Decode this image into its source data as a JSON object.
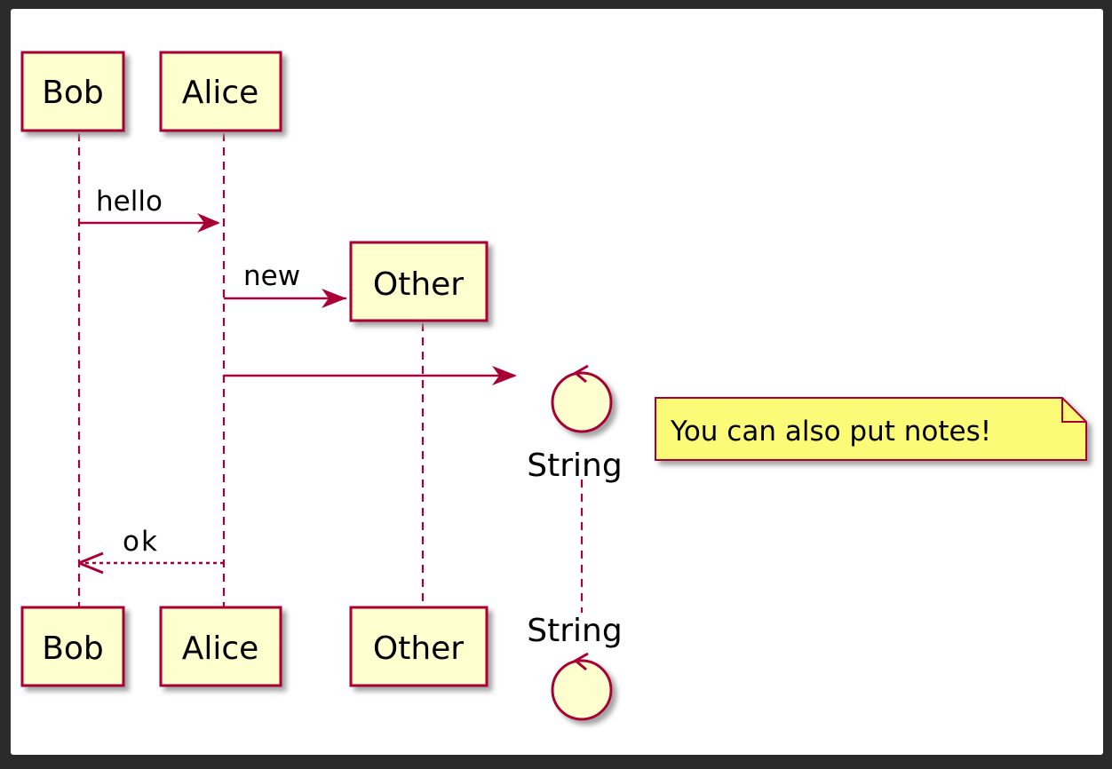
{
  "participants": {
    "bob": "Bob",
    "alice": "Alice",
    "other": "Other",
    "string": "String"
  },
  "messages": {
    "hello": "hello",
    "new": "new",
    "ok": "ok"
  },
  "note": "You can also put notes!",
  "colors": {
    "line": "#A80036",
    "box_fill": "#FEFECE",
    "note_fill": "#FBFB77",
    "shadow": "#9a9a9a",
    "background": "#2b2b2b"
  }
}
